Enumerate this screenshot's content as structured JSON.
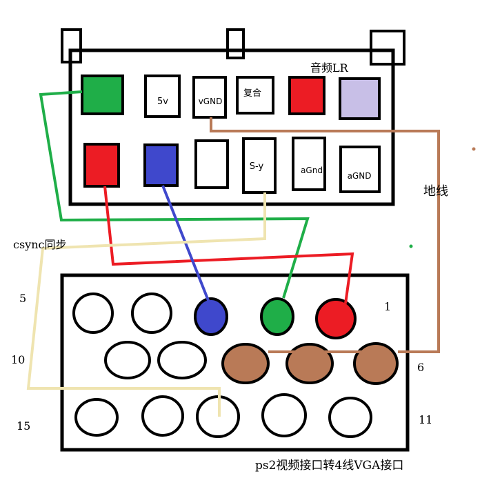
{
  "ps2_connector": {
    "pins_top": [
      "",
      "5v",
      "vGND",
      "复合",
      "",
      ""
    ],
    "pins_bottom": [
      "",
      "",
      "",
      "S-y",
      "aGnd",
      "aGND"
    ],
    "audio_label": "音频LR"
  },
  "labels": {
    "ground": "地线",
    "csync": "csync同步",
    "title": "ps2视频接口转4线VGA接口"
  },
  "vga_pin_numbers": {
    "p1": "1",
    "p5": "5",
    "p6": "6",
    "p10": "10",
    "p11": "11",
    "p15": "15"
  },
  "colors": {
    "green": "#1fae48",
    "red": "#ec1c24",
    "blue": "#3f48cc",
    "lavender": "#c8bfe7",
    "brown": "#b97a57",
    "cream": "#efe4b0",
    "outline": "#000000"
  }
}
